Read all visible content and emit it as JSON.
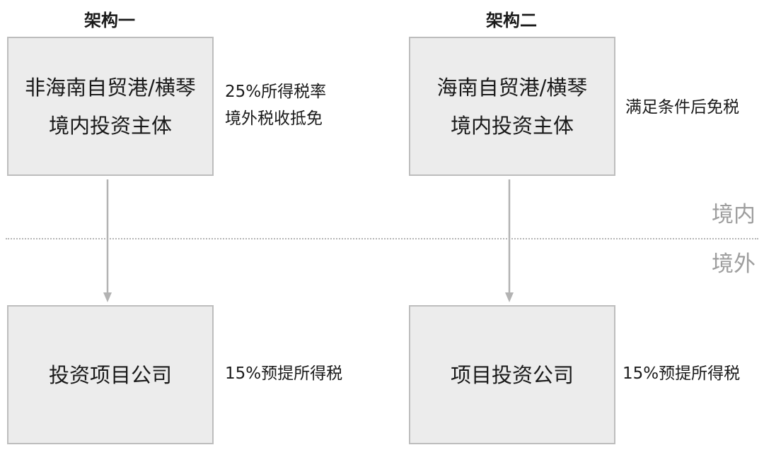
{
  "structures": [
    {
      "title": "架构一",
      "domestic_entity": {
        "line1": "非海南自贸港/横琴",
        "line2": "境内投资主体"
      },
      "domestic_note": {
        "line1": "25%所得税率",
        "line2": "境外税收抵免"
      },
      "project_company": "投资项目公司",
      "project_note": "15%预提所得税"
    },
    {
      "title": "架构二",
      "domestic_entity": {
        "line1": "海南自贸港/横琴",
        "line2": "境内投资主体"
      },
      "domestic_note": {
        "line1": "满足条件后免税"
      },
      "project_company": "项目投资公司",
      "project_note": "15%预提所得税"
    }
  ],
  "regions": {
    "domestic": "境内",
    "overseas": "境外"
  },
  "colors": {
    "box_fill": "#ececec",
    "box_border": "#bdbdbd",
    "arrow": "#b3b3b3",
    "region_label": "#9e9e9e",
    "divider": "#b5b5b5"
  }
}
